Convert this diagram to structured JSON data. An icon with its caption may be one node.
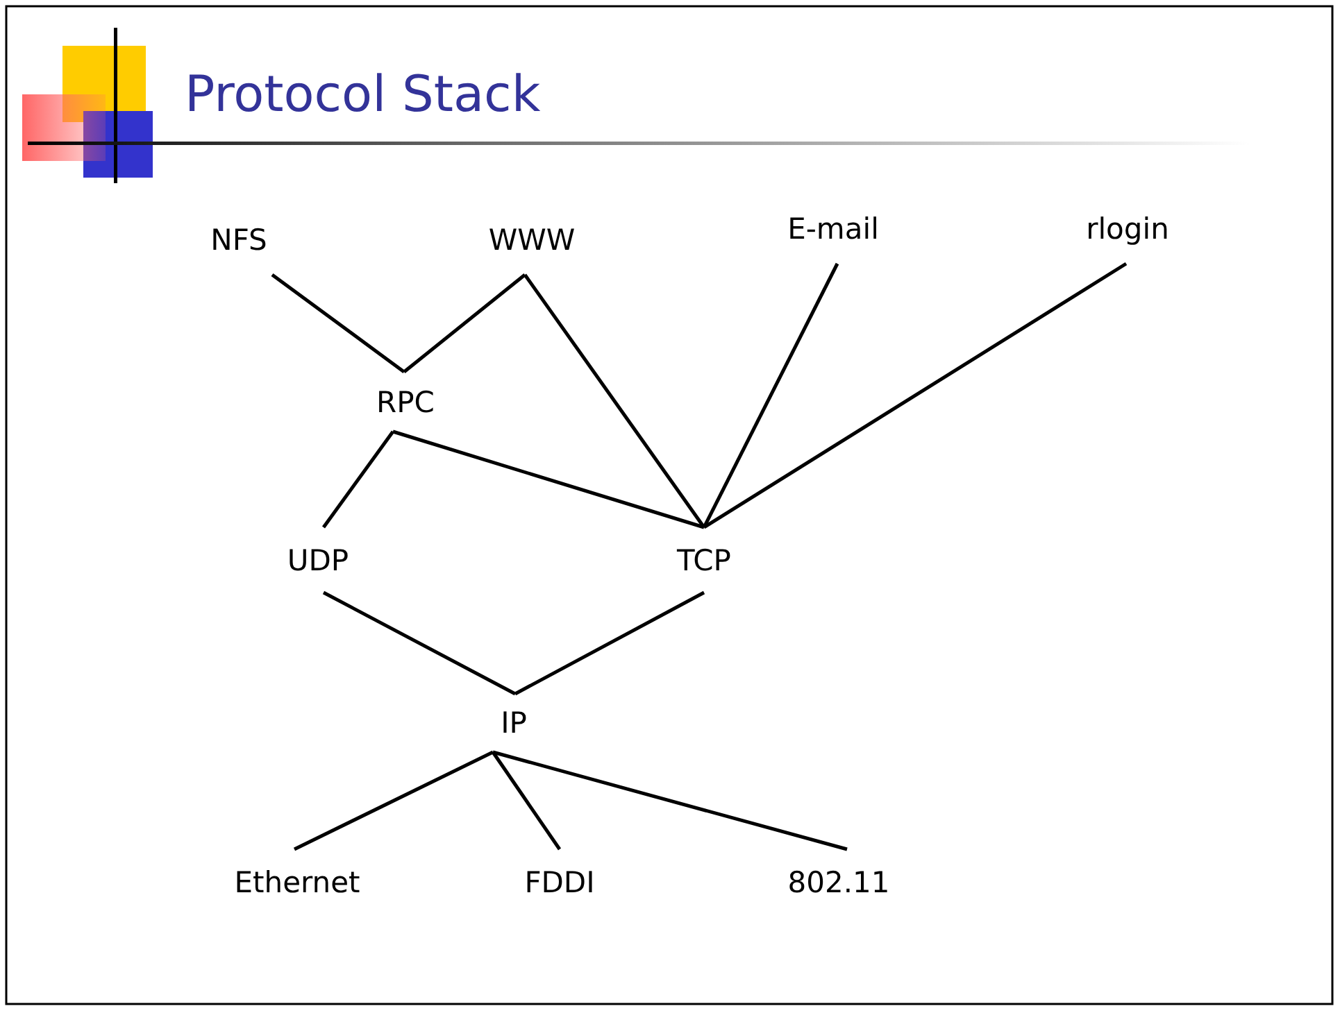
{
  "diagram": {
    "title": "Protocol Stack",
    "nodes": [
      {
        "text": [
          "NFS"
        ]
      },
      {
        "text": [
          "WWW"
        ]
      },
      {
        "text": [
          "E-mail"
        ]
      },
      {
        "text": [
          "rlogin"
        ]
      },
      {
        "text": [
          "RPC"
        ]
      },
      {
        "text": [
          "UDP"
        ]
      },
      {
        "text": [
          "TCP"
        ]
      },
      {
        "text": [
          "IP"
        ]
      },
      {
        "text": [
          "Ethernet"
        ]
      },
      {
        "text": [
          "FDDI"
        ]
      },
      {
        "text": [
          "802.11"
        ]
      }
    ],
    "edges": [
      {
        "from": 0,
        "to": 4,
        "arrow": "none"
      },
      {
        "from": 1,
        "to": 4,
        "arrow": "none"
      },
      {
        "from": 1,
        "to": 6,
        "arrow": "none"
      },
      {
        "from": 2,
        "to": 6,
        "arrow": "none"
      },
      {
        "from": 3,
        "to": 6,
        "arrow": "none"
      },
      {
        "from": 4,
        "to": 6,
        "arrow": "none"
      },
      {
        "from": 4,
        "to": 5,
        "arrow": "none"
      },
      {
        "from": 5,
        "to": 7,
        "arrow": "none"
      },
      {
        "from": 6,
        "to": 7,
        "arrow": "none"
      },
      {
        "from": 7,
        "to": 8,
        "arrow": "none"
      },
      {
        "from": 7,
        "to": 9,
        "arrow": "none"
      },
      {
        "from": 7,
        "to": 10,
        "arrow": "none"
      }
    ]
  }
}
